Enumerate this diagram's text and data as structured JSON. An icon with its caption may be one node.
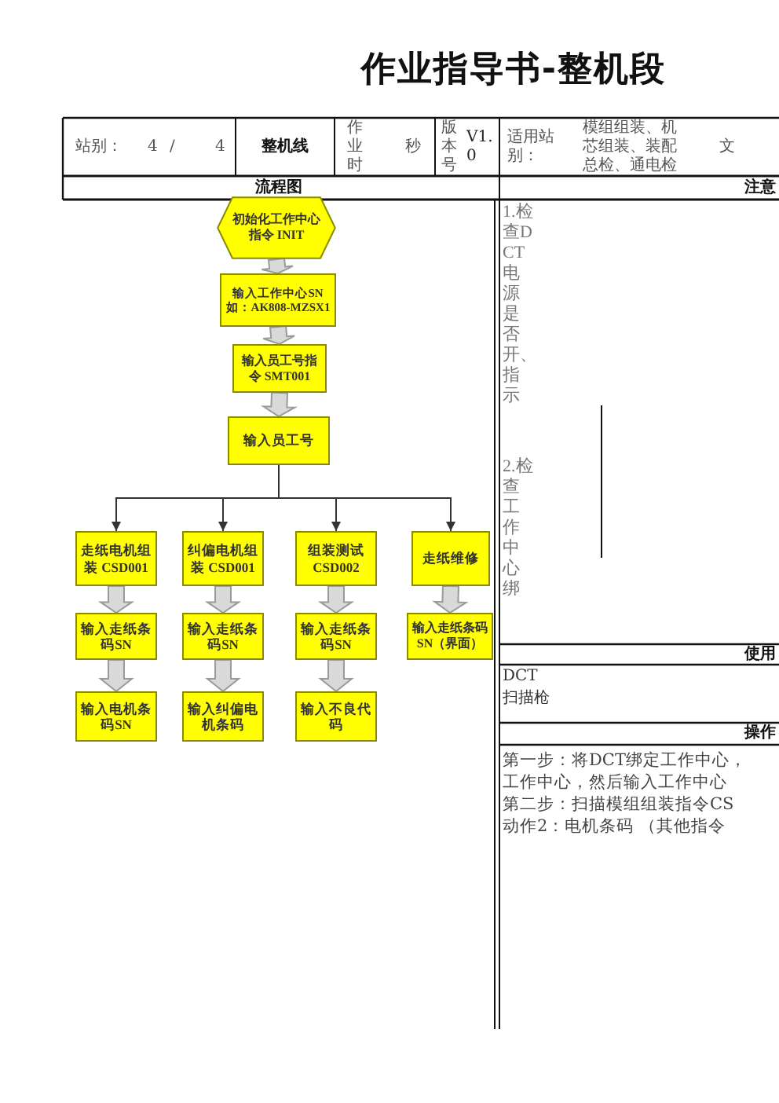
{
  "diagram": {
    "title": "作业指导书-整机段",
    "nodes": [
      {
        "text": [
          "初始化工作中心指令 INIT"
        ]
      },
      {
        "text": [
          "输入工作中心SN 如：AK808-MZSX1"
        ]
      },
      {
        "text": [
          "输入员工号指令 SMT001"
        ]
      },
      {
        "text": [
          "输入员工号"
        ]
      },
      {
        "text": [
          "走纸电机组装 CSD001"
        ]
      },
      {
        "text": [
          "纠偏电机组装 CSD001"
        ]
      },
      {
        "text": [
          "组装测试 CSD002"
        ]
      },
      {
        "text": [
          "走纸维修"
        ]
      },
      {
        "text": [
          "输入走纸条码SN"
        ]
      },
      {
        "text": [
          "输入走纸条码SN"
        ]
      },
      {
        "text": [
          "输入走纸条码SN"
        ]
      },
      {
        "text": [
          "输入走纸条码SN（界面）"
        ]
      },
      {
        "text": [
          "输入电机条码SN"
        ]
      },
      {
        "text": [
          "输入纠偏电机条码"
        ]
      },
      {
        "text": [
          "输入不良代码"
        ]
      }
    ],
    "edges": [
      {
        "from": 0,
        "to": 1,
        "arrow": "to",
        "style": "thick"
      },
      {
        "from": 1,
        "to": 2,
        "arrow": "to",
        "style": "thick"
      },
      {
        "from": 2,
        "to": 3,
        "arrow": "to",
        "style": "thick"
      },
      {
        "from": 3,
        "to": 4,
        "arrow": "to"
      },
      {
        "from": 3,
        "to": 5,
        "arrow": "to"
      },
      {
        "from": 3,
        "to": 6,
        "arrow": "to"
      },
      {
        "from": 3,
        "to": 7,
        "arrow": "to"
      },
      {
        "from": 4,
        "to": 8,
        "arrow": "to",
        "style": "thick"
      },
      {
        "from": 8,
        "to": 12,
        "arrow": "to",
        "style": "thick"
      },
      {
        "from": 5,
        "to": 9,
        "arrow": "to",
        "style": "thick"
      },
      {
        "from": 9,
        "to": 13,
        "arrow": "to",
        "style": "thick"
      },
      {
        "from": 6,
        "to": 10,
        "arrow": "to",
        "style": "thick"
      },
      {
        "from": 10,
        "to": 14,
        "arrow": "to",
        "style": "thick"
      },
      {
        "from": 7,
        "to": 11,
        "arrow": "to",
        "style": "thick"
      }
    ],
    "labels": [
      "站别：",
      "4",
      "/",
      "4",
      "整机线",
      "作业时",
      "秒",
      "版本号",
      "V1.0",
      "适用站别：",
      "模组组装、机芯组装、装配总检、通电检",
      "文",
      "流程图",
      "注意",
      "1.检查DCT电源是否开、指示",
      "2.检查工作中心绑",
      "使用",
      "DCT",
      "扫描枪",
      "操作",
      "第一步：将DCT绑定工作中心，",
      "工作中心，然后输入工作中心",
      "第二步：扫描模组组装指令CS",
      "动作2：电机条码 （其他指令"
    ]
  }
}
